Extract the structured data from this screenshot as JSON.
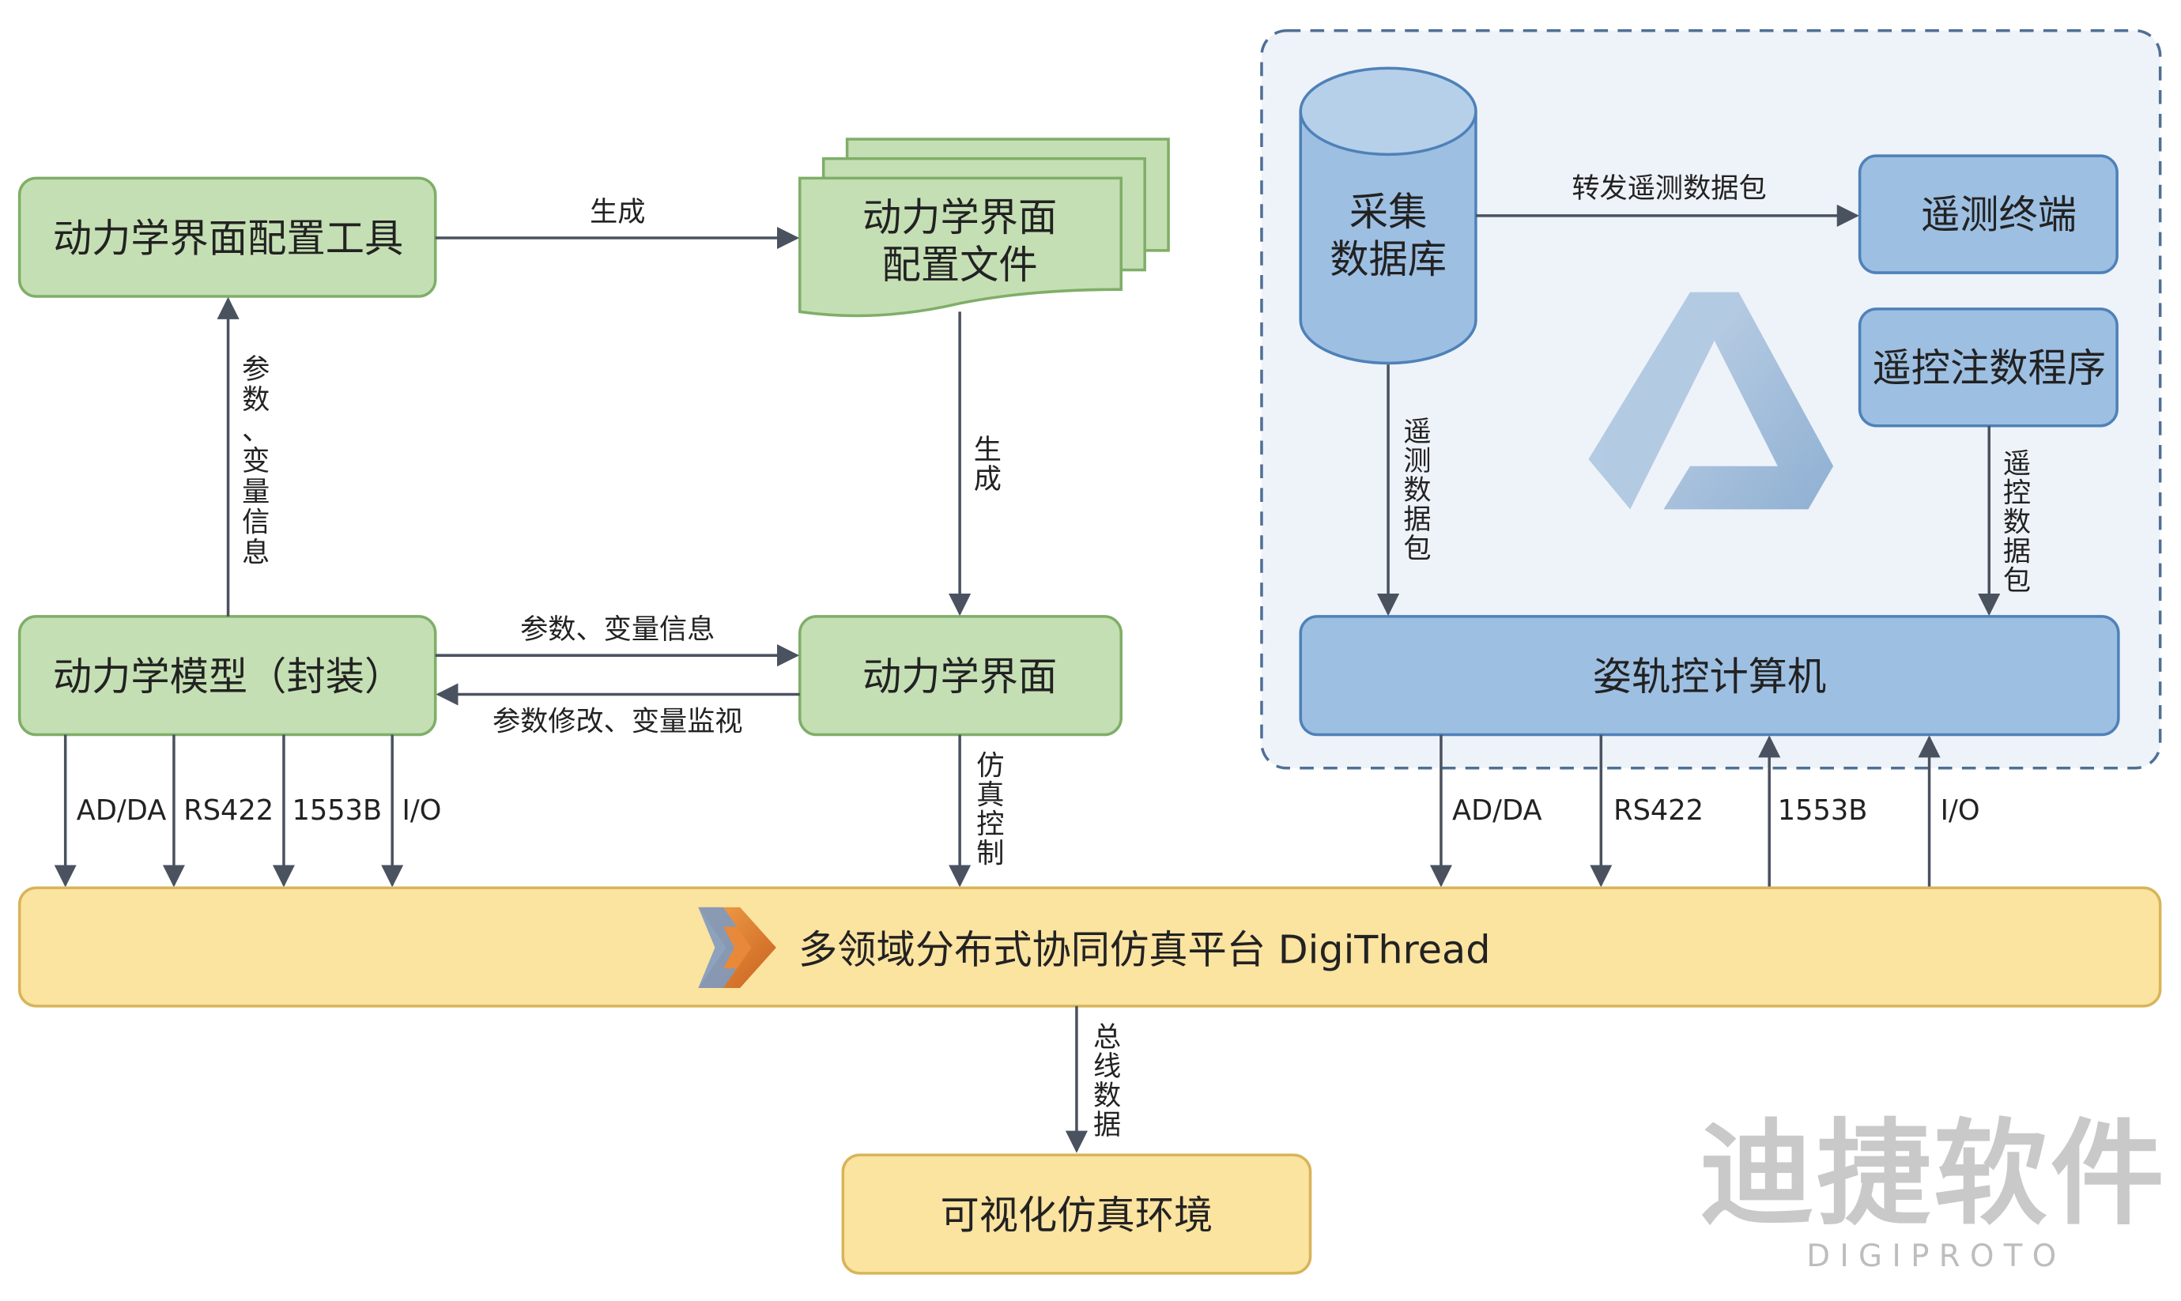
{
  "nodes": {
    "config_tool": "动力学界面配置工具",
    "config_file_line1": "动力学界面",
    "config_file_line2": "配置文件",
    "model": "动力学模型（封装）",
    "interface": "动力学界面",
    "database_line1": "采集",
    "database_line2": "数据库",
    "telemetry_terminal": "遥测终端",
    "telecommand_program": "遥控注数程序",
    "attitude_computer": "姿轨控计算机",
    "platform": "多领域分布式协同仿真平台 DigiThread",
    "visual_env": "可视化仿真环境"
  },
  "edges": {
    "gen_1": "生成",
    "gen_2_line1": "生",
    "gen_2_line2": "成",
    "params_vertical": [
      "参",
      "数",
      "、",
      "变",
      "量",
      "信",
      "息"
    ],
    "params_info": "参数、变量信息",
    "params_modify": "参数修改、变量监视",
    "sim_control": [
      "仿",
      "真",
      "控",
      "制"
    ],
    "forward_telemetry": "转发遥测数据包",
    "telemetry_packet": [
      "遥",
      "测",
      "数",
      "据",
      "包"
    ],
    "telecommand_packet": [
      "遥",
      "控",
      "数",
      "据",
      "包"
    ],
    "bus_data": [
      "总",
      "线",
      "数",
      "据"
    ],
    "left_io": [
      "AD/DA",
      "RS422",
      "1553B",
      "I/O"
    ],
    "right_io": [
      "AD/DA",
      "RS422",
      "1553B",
      "I/O"
    ]
  },
  "branding": {
    "logo_cn": "迪捷软件",
    "logo_en": "DIGIPROTO"
  },
  "colors": {
    "green_fill": "#c5dfb4",
    "blue_fill": "#9dbfe2",
    "yellow_fill": "#fbe3a0",
    "arrow": "#4a5260"
  }
}
